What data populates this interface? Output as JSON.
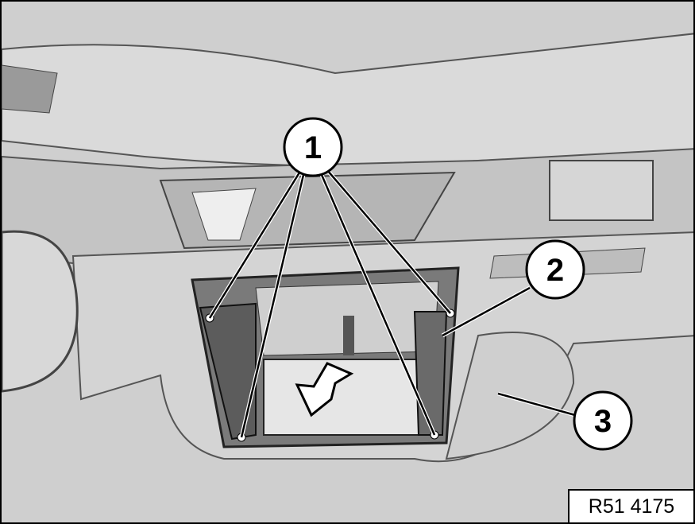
{
  "figure": {
    "reference_code": "R51 4175",
    "callouts": [
      {
        "label": "1"
      },
      {
        "label": "2"
      },
      {
        "label": "3"
      }
    ]
  }
}
